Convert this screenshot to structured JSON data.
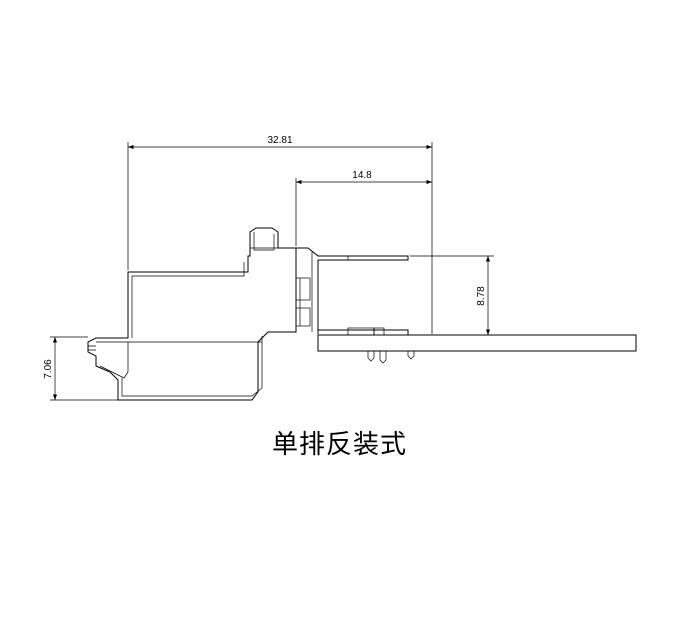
{
  "dimensions": {
    "overall_length": "32.81",
    "front_length": "14.8",
    "height_above_board": "8.78",
    "height_below_board": "7.06"
  },
  "caption": "单排反装式"
}
